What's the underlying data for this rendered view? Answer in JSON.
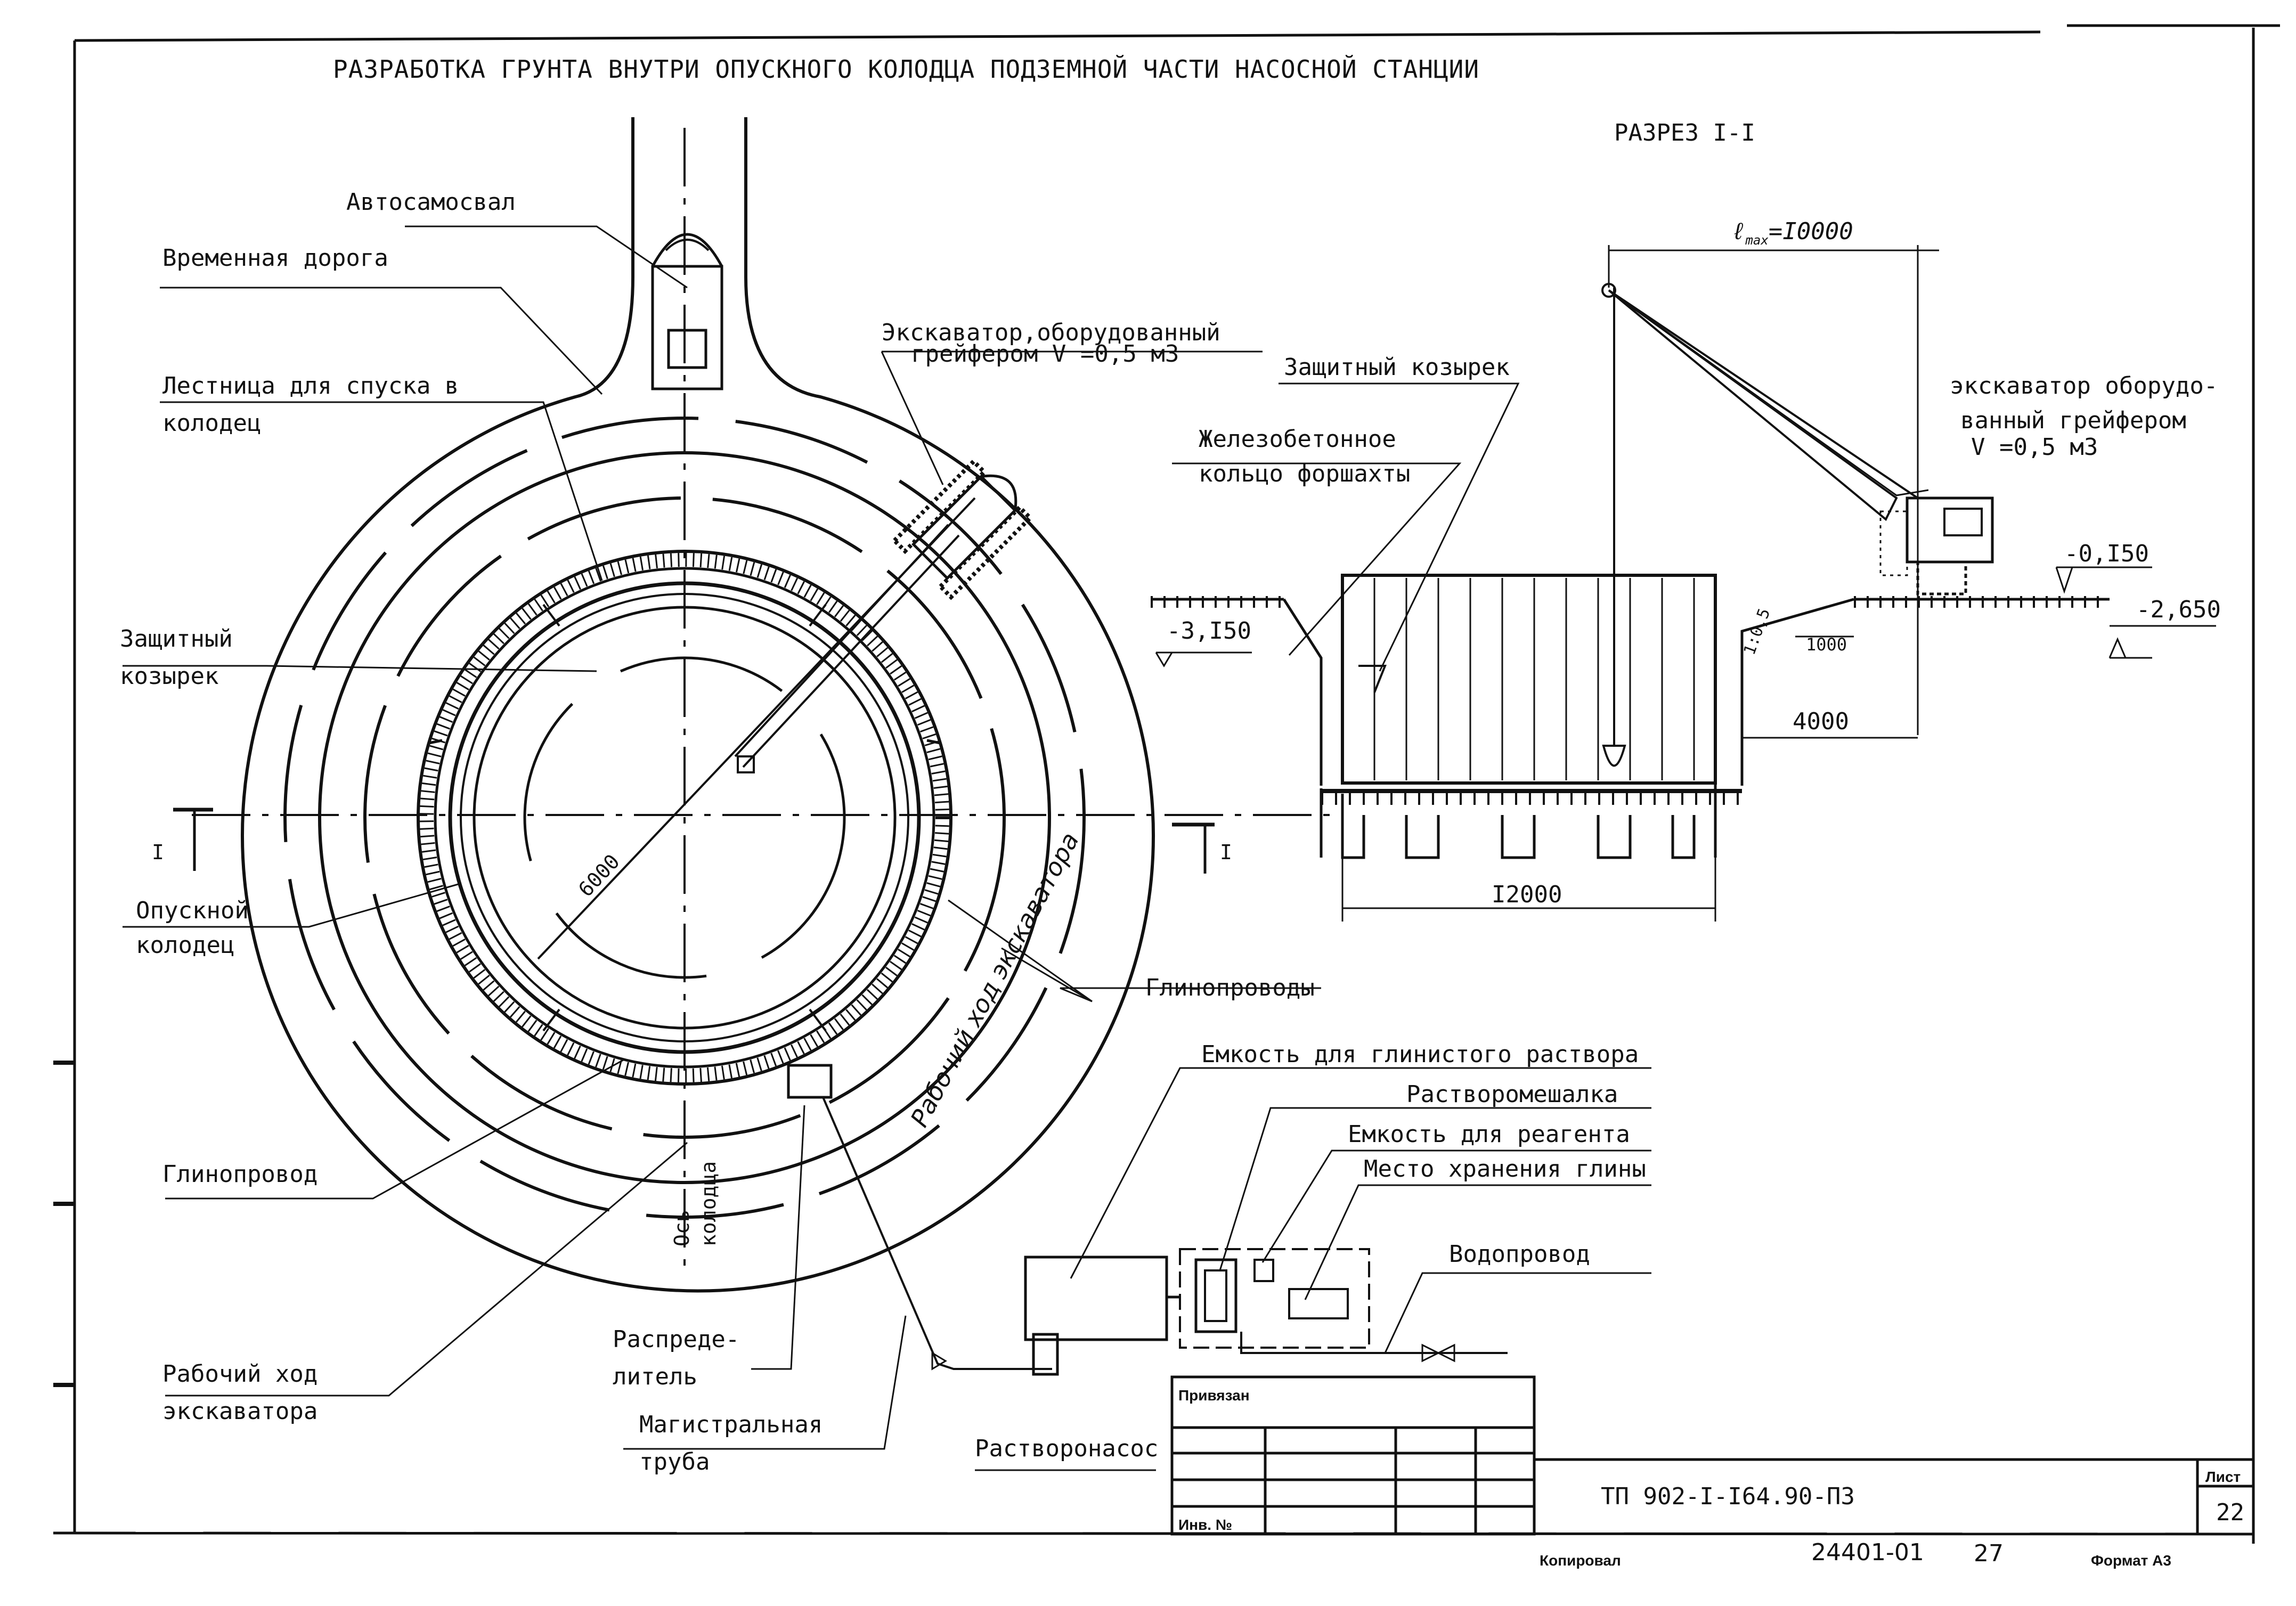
{
  "title": "РАЗРАБОТКА ГРУНТА ВНУТРИ  ОПУСКНОГО КОЛОДЦА ПОДЗЕМНОЙ ЧАСТИ НАСОСНОЙ СТАНЦИИ",
  "section": {
    "title": "РАЗРЕЗ I-I",
    "l_max": "ℓ",
    "l_max_sub": "max",
    "l_max_value": "=I0000",
    "excavator_line1": "экскаватор оборудо-",
    "excavator_line2": "ванный грейфером",
    "excavator_line3": "V =0,5 м3",
    "guard": "Защитный козырек",
    "ring_line1": "Железобетонное",
    "ring_line2": "кольцо форшахты",
    "elev_0150": "-0,I50",
    "elev_3150": "-3,I50",
    "elev_2650": "-2,650",
    "slope": "1:0,5",
    "dim_1000": "1000",
    "dim_4000": "4000",
    "dim_12000": "I2000"
  },
  "plan": {
    "dump_truck": "Автосамосвал",
    "temp_road": "Временная дорога",
    "ladder_line1": "Лестница для спуска в",
    "ladder_line2": "колодец",
    "excavator_line1": "Экскаватор,оборудованный",
    "excavator_line2": "грейфером V =0,5 м3",
    "guard_line1": "Защитный",
    "guard_line2": "козырек",
    "caisson_line1": "Опускной",
    "caisson_line2": "колодец",
    "clay_pipe": "Глинопровод",
    "clay_pipes": "Глинопроводы",
    "work_path_line1": "Рабочий ход",
    "work_path_line2": "экскаватора",
    "work_path_arc": "Рабочий  ход  экскаватора",
    "distributor_line1": "Распреде-",
    "distributor_line2": "литель",
    "main_pipe_line1": "Магистральная",
    "main_pipe_line2": "труба",
    "pump": "Растворонасос",
    "axis_line1": "Ось",
    "axis_line2": "колодца",
    "radius": "6000",
    "section_mark": "I"
  },
  "mortar": {
    "tank": "Емкость для глинистого раствора",
    "mixer": "Растворомешалка",
    "reagent": "Емкость для реагента",
    "clay_storage": "Место хранения глины",
    "water": "Водопровод"
  },
  "title_block": {
    "privyazan": "Привязан",
    "inv": "Инв. №",
    "code": "ТП 902-I-I64.90-ПЗ",
    "sheet_label": "Лист",
    "sheet_no": "22",
    "copied": "Копировал",
    "number": "24401-01",
    "number2": "27",
    "format": "Формат А3"
  }
}
